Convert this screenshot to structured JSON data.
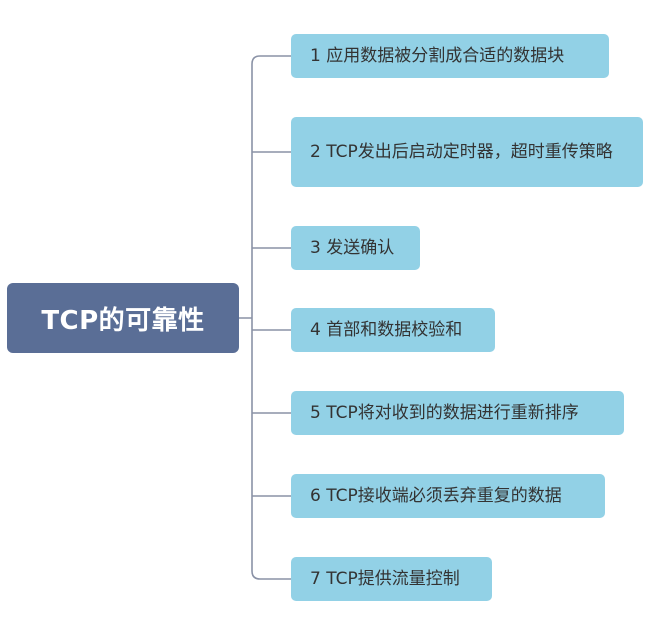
{
  "colors": {
    "root_fill": "#5a6e96",
    "root_text": "#ffffff",
    "child_fill": "#92d1e6",
    "child_text": "#333333",
    "connector": "#8a92a6"
  },
  "root": {
    "label": "TCP的可靠性"
  },
  "children": [
    {
      "label": "1 应用数据被分割成合适的数据块"
    },
    {
      "label": "2 TCP发出后启动定时器，超时重传策略"
    },
    {
      "label": "3 发送确认"
    },
    {
      "label": "4 首部和数据校验和"
    },
    {
      "label": "5 TCP将对收到的数据进行重新排序"
    },
    {
      "label": "6 TCP接收端必须丢弃重复的数据"
    },
    {
      "label": "7 TCP提供流量控制"
    }
  ]
}
